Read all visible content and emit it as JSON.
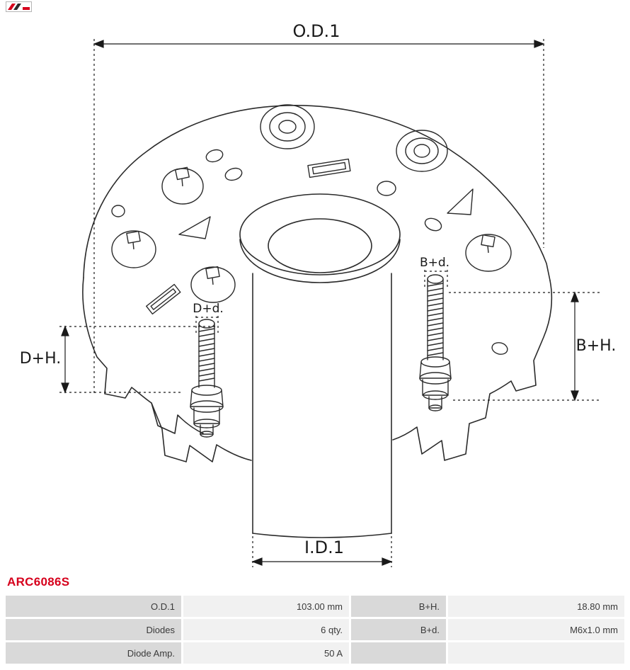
{
  "part_number": "ARC6086S",
  "diagram": {
    "labels": {
      "od1": "O.D.1",
      "id1": "I.D.1",
      "dh": "D+H.",
      "bh": "B+H.",
      "dd": "D+d.",
      "bd": "B+d."
    }
  },
  "spec_table": {
    "rows": [
      {
        "c0": "O.D.1",
        "c1": "103.00 mm",
        "c2": "B+H.",
        "c3": "18.80 mm"
      },
      {
        "c0": "Diodes",
        "c1": "6 qty.",
        "c2": "B+d.",
        "c3": "M6x1.0 mm"
      },
      {
        "c0": "Diode Amp.",
        "c1": "50 A",
        "c2": "",
        "c3": ""
      }
    ]
  },
  "colors": {
    "part_number_red": "#d6001c",
    "table_label_bg": "#d9d9d9",
    "table_value_bg": "#f1f1f1",
    "line": "#2b2b2b"
  }
}
